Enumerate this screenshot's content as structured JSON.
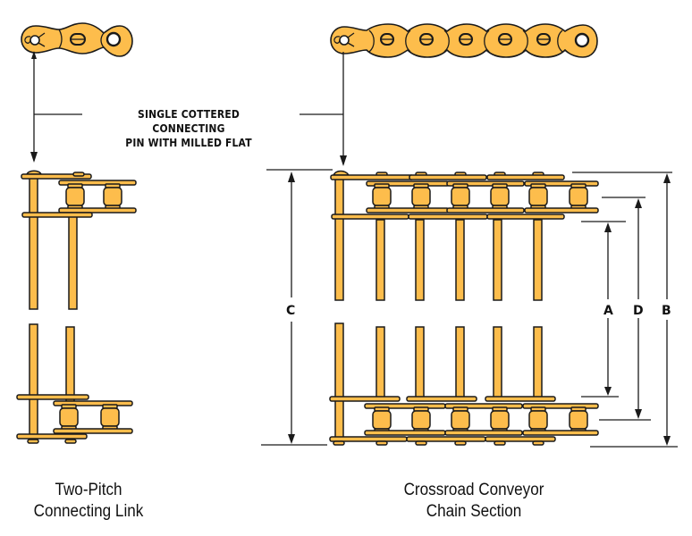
{
  "diagram": {
    "callout": {
      "line1": "SINGLE COTTERED CONNECTING",
      "line2": "PIN WITH MILLED FLAT"
    },
    "captions": {
      "left": {
        "line1": "Two-Pitch",
        "line2": "Connecting Link"
      },
      "right": {
        "line1": "Crossroad Conveyor",
        "line2": "Chain Section"
      }
    },
    "dimensions": {
      "A": "A",
      "B": "B",
      "C": "C",
      "D": "D"
    },
    "colors": {
      "chain": "#FDBD4C",
      "outline": "#1a1a1a",
      "background": "#ffffff"
    },
    "components": {
      "left_top_view_links": 2,
      "right_top_view_links": 7,
      "left_side_pins": 2,
      "right_side_pins": 6,
      "right_side_rollers_per_row": 6,
      "left_side_rollers_per_row": 2
    }
  }
}
